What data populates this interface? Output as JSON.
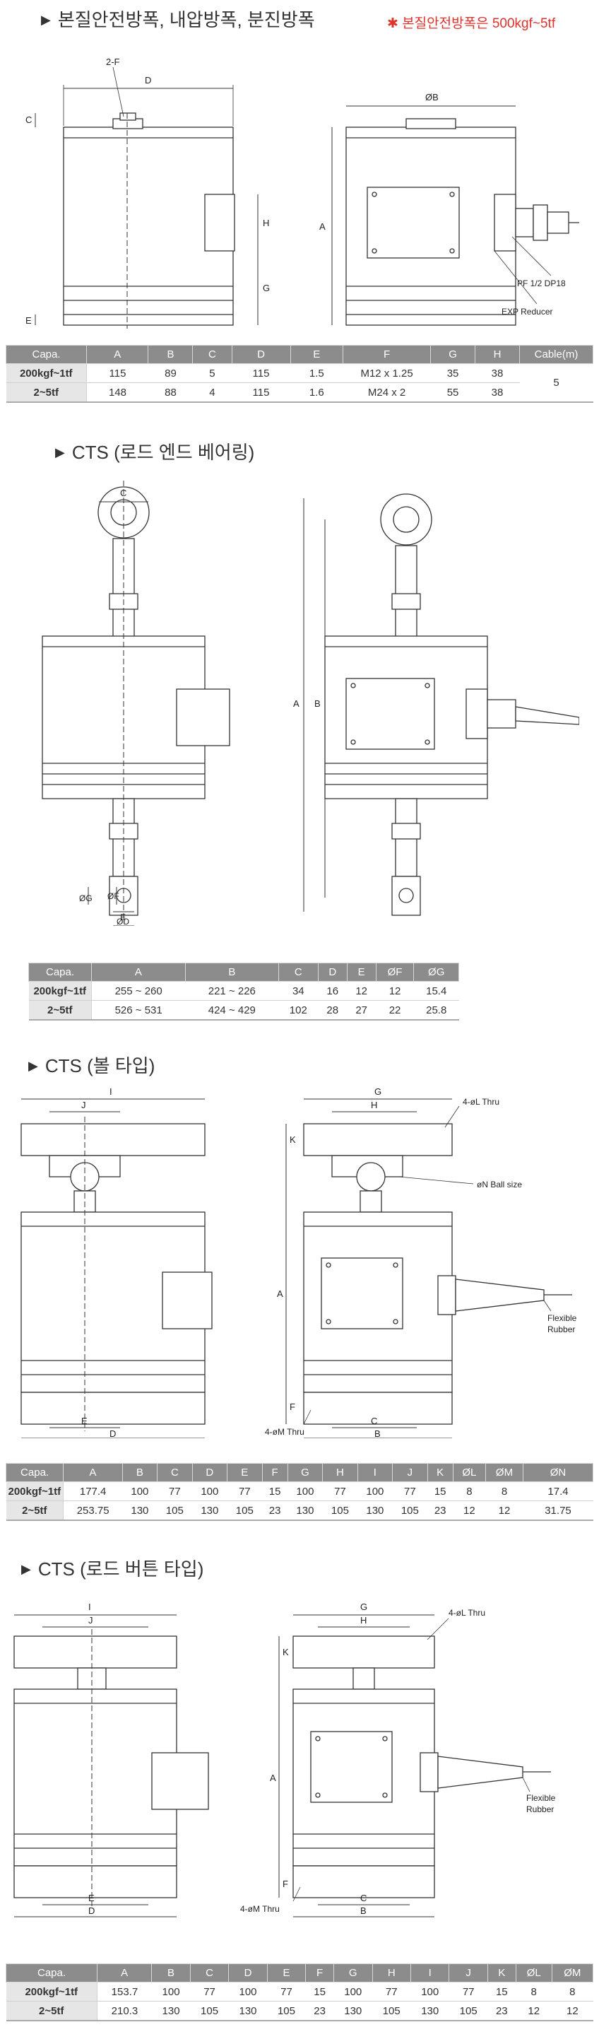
{
  "sections": [
    {
      "title": "본질안전방폭, 내압방폭, 분진방폭",
      "note": "✱ 본질안전방폭은 500kgf~5tf",
      "table": {
        "headers": [
          "Capa.",
          "A",
          "B",
          "C",
          "D",
          "E",
          "F",
          "G",
          "H",
          "Cable(m)"
        ],
        "rows": [
          [
            "200kgf~1tf",
            "115",
            "89",
            "5",
            "115",
            "1.5",
            "M12 x 1.25",
            "35",
            "38"
          ],
          [
            "2~5tf",
            "148",
            "88",
            "4",
            "115",
            "1.6",
            "M24 x 2",
            "55",
            "38"
          ]
        ],
        "cable": "5"
      },
      "labels": {
        "two_f": "2-F",
        "d": "D",
        "c": "C",
        "h": "H",
        "g": "G",
        "e": "E",
        "a": "A",
        "phi_b": "ØB",
        "pf": "PF 1/2 DP18",
        "exp": "EXP Reducer"
      }
    },
    {
      "title": "CTS (로드 엔드 베어링)",
      "table": {
        "headers": [
          "Capa.",
          "A",
          "B",
          "C",
          "D",
          "E",
          "ØF",
          "ØG"
        ],
        "rows": [
          [
            "200kgf~1tf",
            "255 ~ 260",
            "221 ~ 226",
            "34",
            "16",
            "12",
            "12",
            "15.4"
          ],
          [
            "2~5tf",
            "526 ~ 531",
            "424 ~ 429",
            "102",
            "28",
            "27",
            "22",
            "25.8"
          ]
        ]
      },
      "labels": {
        "c": "C",
        "a": "A",
        "b": "B",
        "phi_g": "ØG",
        "phi_f": "ØF",
        "e": "E",
        "phi_d": "ØD"
      }
    },
    {
      "title": "CTS (볼 타입)",
      "table": {
        "headers": [
          "Capa.",
          "A",
          "B",
          "C",
          "D",
          "E",
          "F",
          "G",
          "H",
          "I",
          "J",
          "K",
          "ØL",
          "ØM",
          "ØN"
        ],
        "rows": [
          [
            "200kgf~1tf",
            "177.4",
            "100",
            "77",
            "100",
            "77",
            "15",
            "100",
            "77",
            "100",
            "77",
            "15",
            "8",
            "8",
            "17.4"
          ],
          [
            "2~5tf",
            "253.75",
            "130",
            "105",
            "130",
            "105",
            "23",
            "130",
            "105",
            "130",
            "105",
            "23",
            "12",
            "12",
            "31.75"
          ]
        ]
      },
      "labels": {
        "i": "I",
        "j": "J",
        "g": "G",
        "h": "H",
        "k": "K",
        "a": "A",
        "f": "F",
        "e": "E",
        "d": "D",
        "c": "C",
        "b": "B",
        "four_l": "4-øL Thru",
        "ball": "øN Ball size",
        "four_m": "4-øM Thru",
        "flexible": "Flexible",
        "rubber": "Rubber"
      }
    },
    {
      "title": "CTS (로드 버튼 타입)",
      "table": {
        "headers": [
          "Capa.",
          "A",
          "B",
          "C",
          "D",
          "E",
          "F",
          "G",
          "H",
          "I",
          "J",
          "K",
          "ØL",
          "ØM"
        ],
        "rows": [
          [
            "200kgf~1tf",
            "153.7",
            "100",
            "77",
            "100",
            "77",
            "15",
            "100",
            "77",
            "100",
            "77",
            "15",
            "8",
            "8"
          ],
          [
            "2~5tf",
            "210.3",
            "130",
            "105",
            "130",
            "105",
            "23",
            "130",
            "105",
            "130",
            "105",
            "23",
            "12",
            "12"
          ]
        ]
      },
      "labels": {
        "i": "I",
        "j": "J",
        "g": "G",
        "h": "H",
        "k": "K",
        "a": "A",
        "f": "F",
        "e": "E",
        "d": "D",
        "c": "C",
        "b": "B",
        "four_l": "4-øL Thru",
        "four_m": "4-øM Thru",
        "flexible": "Flexible",
        "rubber": "Rubber"
      }
    }
  ]
}
